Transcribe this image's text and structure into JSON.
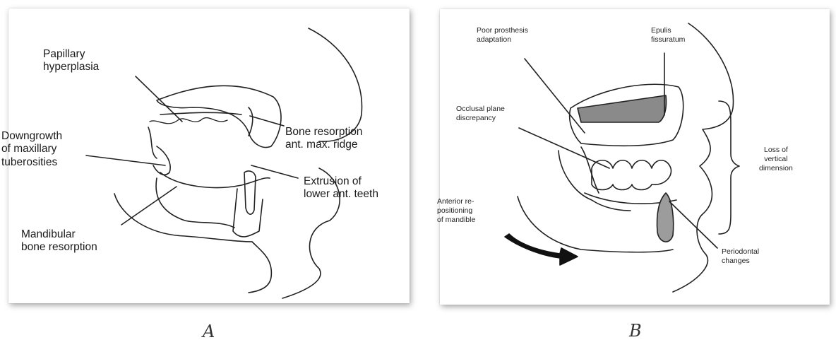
{
  "panels": {
    "a": {
      "caption": "A",
      "labels": {
        "papillary": "Papillary\nhyperplasia",
        "downgrowth": "Downgrowth\nof maxillary\ntuberosities",
        "mandibular": "Mandibular\nbone resorption",
        "bone_resorption": "Bone resorption\nant. max. ridge",
        "extrusion": "Extrusion of\nlower ant. teeth"
      }
    },
    "b": {
      "caption": "B",
      "labels": {
        "poor_prosthesis": "Poor prosthesis\nadaptation",
        "epulis": "Epulis\nfissuratum",
        "occlusal": "Occlusal plane\ndiscrepancy",
        "loss_vertical": "Loss of\nvertical\ndimension",
        "anterior": "Anterior re-\npositioning\nof mandible",
        "periodontal": "Periodontal\nchanges"
      }
    }
  }
}
